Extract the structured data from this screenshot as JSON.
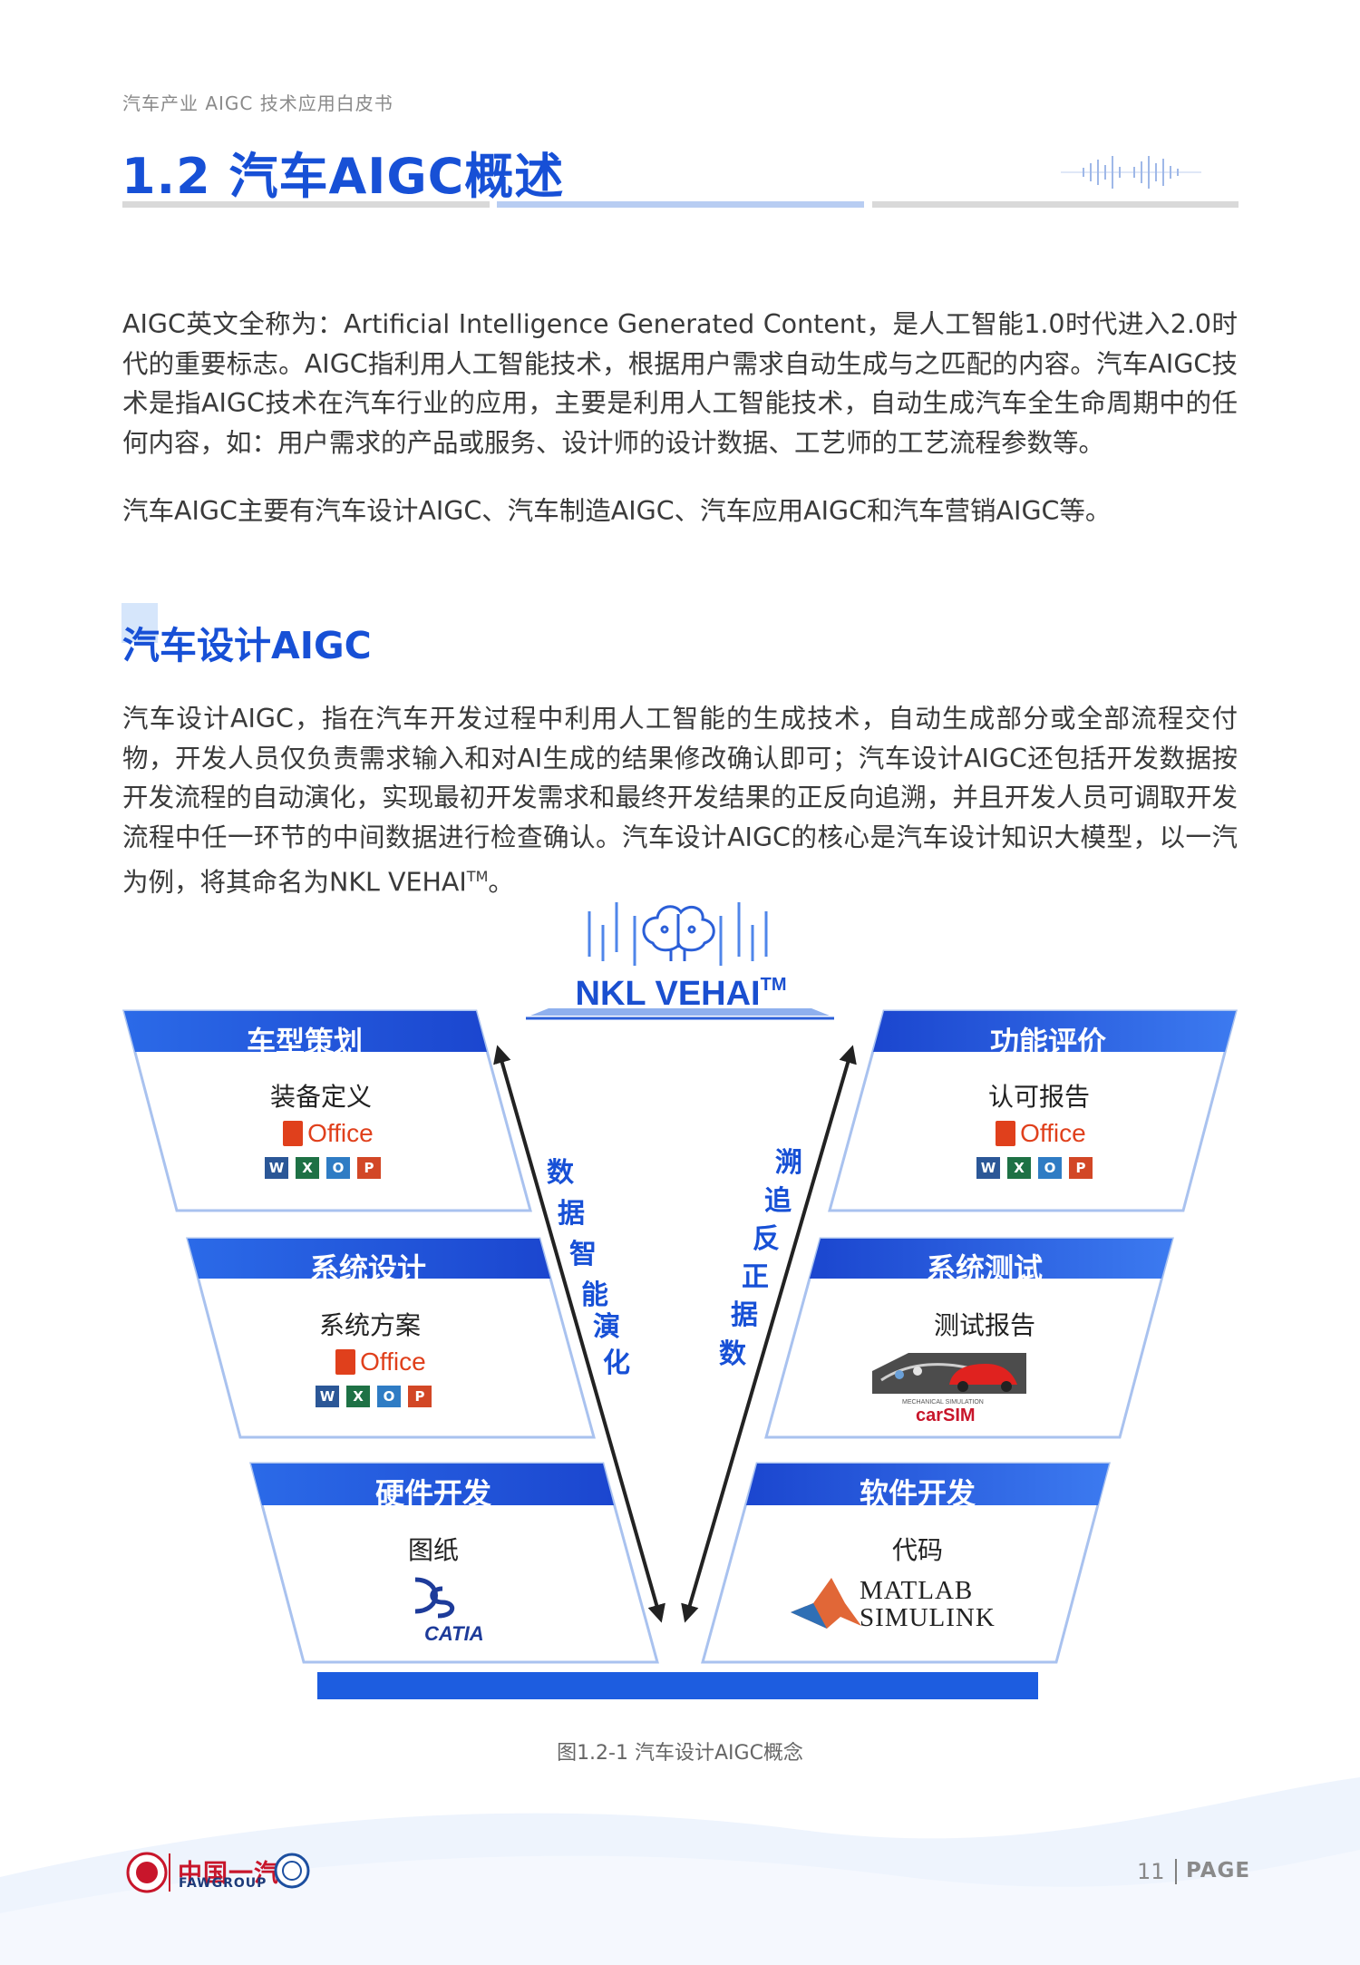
{
  "header": {
    "doc_title": "汽车产业 AIGC 技术应用白皮书"
  },
  "section": {
    "title": "1.2 汽车AIGC概述"
  },
  "body": {
    "p1": "AIGC英文全称为：Artificial Intelligence Generated Content，是人工智能1.0时代进入2.0时代的重要标志。AIGC指利用人工智能技术，根据用户需求自动生成与之匹配的内容。汽车AIGC技术是指AIGC技术在汽车行业的应用，主要是利用人工智能技术，自动生成汽车全生命周期中的任何内容，如：用户需求的产品或服务、设计师的设计数据、工艺师的工艺流程参数等。",
    "p2": "汽车AIGC主要有汽车设计AIGC、汽车制造AIGC、汽车应用AIGC和汽车营销AIGC等。"
  },
  "subsection": {
    "title": "汽车设计AIGC",
    "p1": "汽车设计AIGC，指在汽车开发过程中利用人工智能的生成技术，自动生成部分或全部流程交付物，开发人员仅负责需求输入和对AI生成的结果修改确认即可；汽车设计AIGC还包括开发数据按开发流程的自动演化，实现最初开发需求和最终开发结果的正反向追溯，并且开发人员可调取开发流程中任一环节的中间数据进行检查确认。汽车设计AIGC的核心是汽车设计知识大模型，以一汽为例，将其命名为NKL VEHAI",
    "p1_sup": "TM",
    "p1_end": "。"
  },
  "diagram": {
    "model_name": "NKL VEHAI",
    "model_tm": "TM",
    "left_arrow_label": [
      "数",
      "据",
      "智",
      "能",
      "演",
      "化"
    ],
    "right_arrow_label": [
      "数",
      "据",
      "正",
      "反",
      "追",
      "溯"
    ],
    "panels": {
      "l1": {
        "title": "车型策划",
        "item": "装备定义",
        "tool": "Office"
      },
      "l2": {
        "title": "系统设计",
        "item": "系统方案",
        "tool": "Office"
      },
      "l3": {
        "title": "硬件开发",
        "item": "图纸",
        "tool": "CATIA"
      },
      "r1": {
        "title": "功能评价",
        "item": "认可报告",
        "tool": "Office"
      },
      "r2": {
        "title": "系统测试",
        "item": "测试报告",
        "tool_small": "MECHANICAL SIMULATION",
        "tool": "carSIM"
      },
      "r3": {
        "title": "软件开发",
        "item": "代码",
        "tool": "MATLAB",
        "tool2": "SIMULINK"
      }
    },
    "office_apps": [
      "W",
      "X",
      "O",
      "P"
    ],
    "colors": {
      "blue": "#1750d6",
      "panel_border": "#a9c2ef",
      "office_red": "#e0401c"
    }
  },
  "caption": "图1.2-1 汽车设计AIGC概念",
  "footer": {
    "logo_cn": "中国一汽",
    "logo_en": "FAWGROUP",
    "page_number": "11",
    "page_label": "PAGE"
  }
}
